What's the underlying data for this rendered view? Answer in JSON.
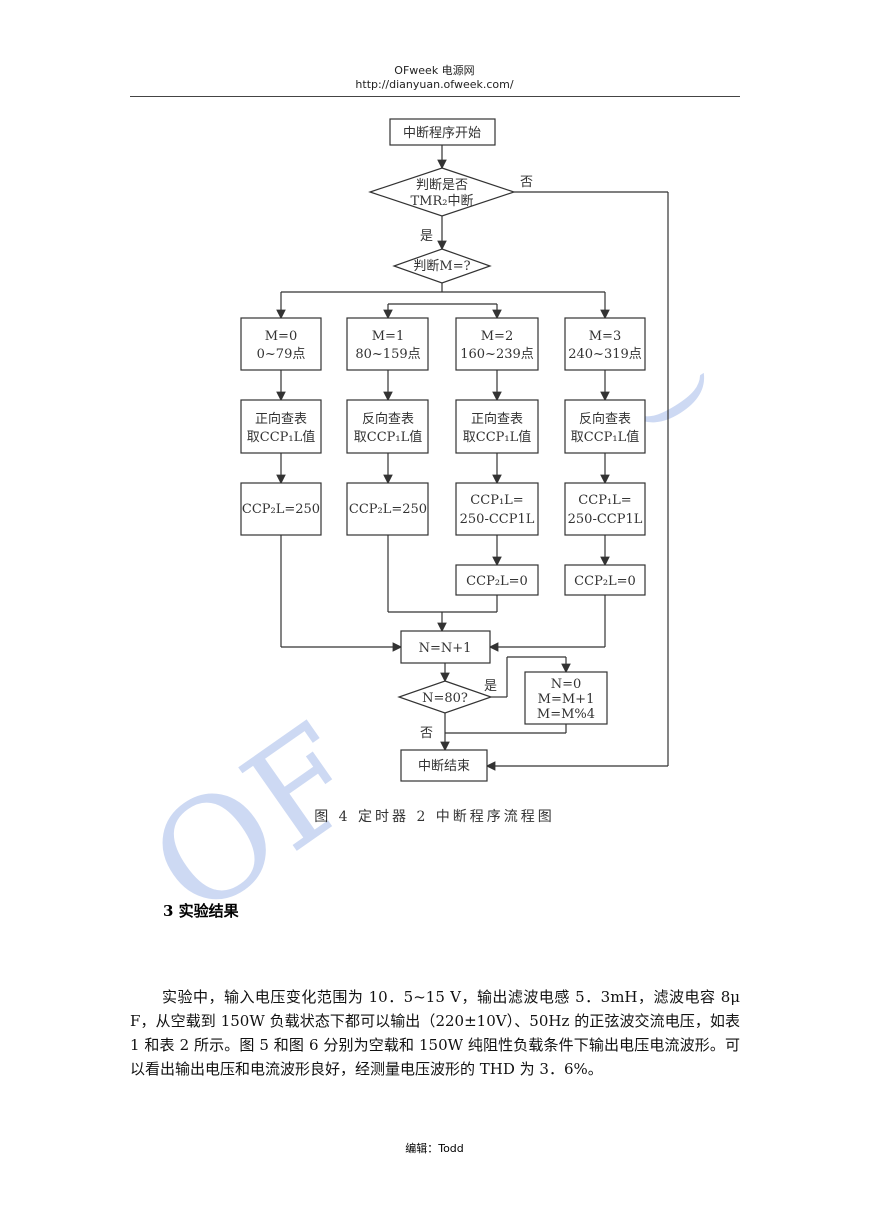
{
  "header": {
    "site_name": "OFweek 电源网",
    "url": "http://dianyuan.ofweek.com/"
  },
  "flowchart": {
    "start": "中断程序开始",
    "decision_tmr": [
      "判断是否",
      "TMR₂中断"
    ],
    "label_no": "否",
    "label_yes": "是",
    "decision_m": "判断M=?",
    "branches": [
      {
        "range": [
          "M=0",
          "0~79点"
        ],
        "lookup": [
          "正向查表",
          "取CCP₁L值"
        ],
        "ccp": [
          "CCP₂L=250"
        ]
      },
      {
        "range": [
          "M=1",
          "80~159点"
        ],
        "lookup": [
          "反向查表",
          "取CCP₁L值"
        ],
        "ccp": [
          "CCP₂L=250"
        ]
      },
      {
        "range": [
          "M=2",
          "160~239点"
        ],
        "lookup": [
          "正向查表",
          "取CCP₁L值"
        ],
        "ccp": [
          "CCP₁L=",
          "250-CCP1L"
        ],
        "extra": "CCP₂L=0"
      },
      {
        "range": [
          "M=3",
          "240~319点"
        ],
        "lookup": [
          "反向查表",
          "取CCP₁L值"
        ],
        "ccp": [
          "CCP₁L=",
          "250-CCP1L"
        ],
        "extra": "CCP₂L=0"
      }
    ],
    "increment": "N=N+1",
    "decision_n": "N=80?",
    "reset": [
      "N=0",
      "M=M+1",
      "M=M%4"
    ],
    "end": "中断结束"
  },
  "caption": "图 4   定时器 2 中断程序流程图",
  "section_title": "3 实验结果",
  "paragraph": "实验中，输入电压变化范围为 10．5~15 V，输出滤波电感 5．3mH，滤波电容 8μ F，从空载到 150W 负载状态下都可以输出（220±10V）、50Hz 的正弦波交流电压，如表 1 和表 2 所示。图 5 和图 6 分别为空载和 150W 纯阻性负载条件下输出电压电流波形。可以看出输出电压和电流波形良好，经测量电压波形的 THD 为 3．6%。",
  "footer": "编辑：Todd",
  "watermark": {
    "text_a": "Ø",
    "text_b": "OF"
  }
}
